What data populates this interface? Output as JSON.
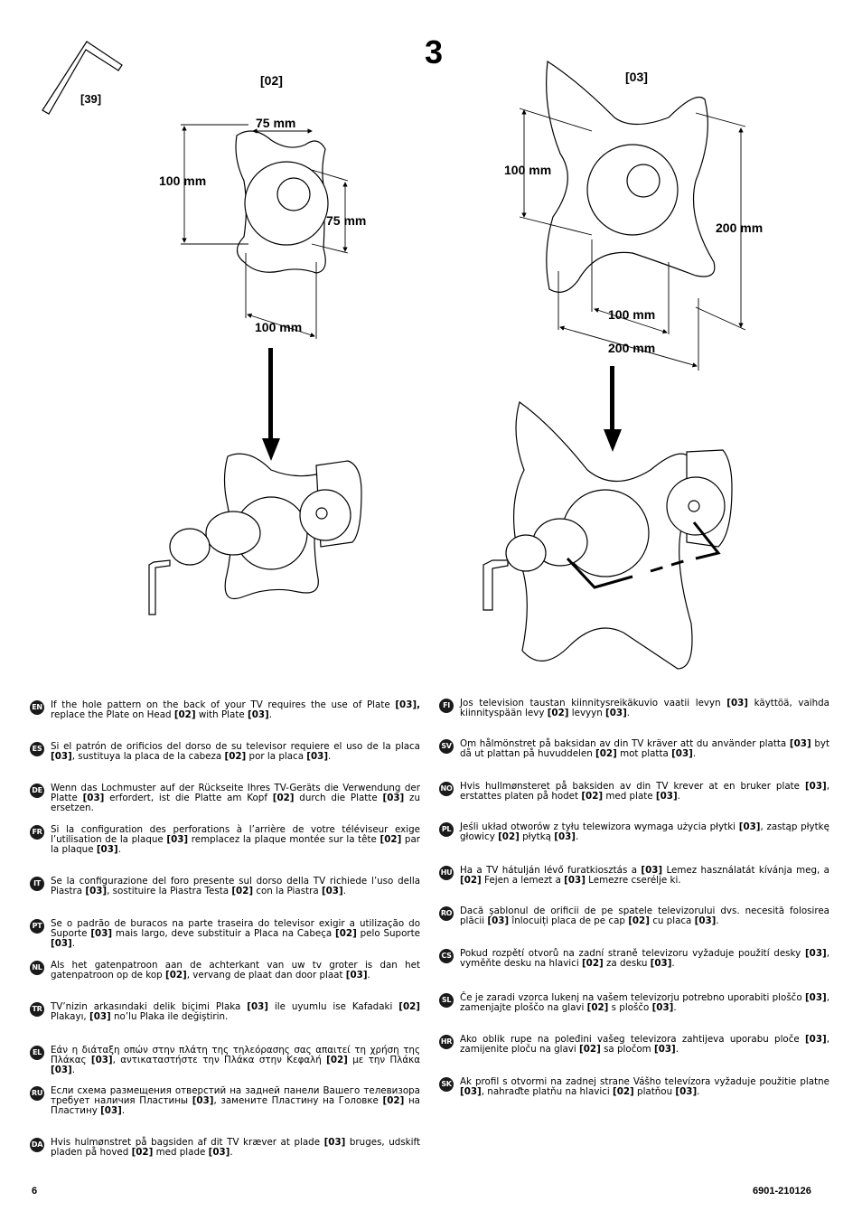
{
  "step_number": "3",
  "figure": {
    "wrench_label": "[39]",
    "plate_02_label": "[02]",
    "plate_03_label": "[03]",
    "dim_75_top": "75 mm",
    "dim_75_side": "75 mm",
    "dim_100_left": "100 mm",
    "dim_100_bottom": "100 mm",
    "dim_100_03_left": "100 mm",
    "dim_200_03_right": "200 mm",
    "dim_100_03_bottom": "100 mm",
    "dim_200_03_bottom": "200 mm"
  },
  "instructions_left": [
    {
      "code": "EN",
      "html": "If the hole pattern on the back of your TV requires the use of Plate <b>[03],</b> replace the Plate on Head <b>[02]</b> with Plate <b>[03]</b>."
    },
    {
      "code": "ES",
      "html": "Si el patrón de orificios del dorso de su televisor requiere el uso de la placa <b>[03]</b>, sustituya la placa de la cabeza <b>[02]</b> por la placa <b>[03]</b>."
    },
    {
      "code": "DE",
      "html": "Wenn das Lochmuster auf der Rückseite Ihres TV-Geräts die Verwendung der Platte <b>[03]</b> erfordert, ist die Platte am Kopf <b>[02]</b> durch die Platte <b>[03]</b> zu ersetzen."
    },
    {
      "code": "FR",
      "html": "Si la configuration des perforations à l’arrière de votre téléviseur exige l’utilisation de la plaque <b>[03]</b> remplacez la plaque montée sur la tête <b>[02]</b> par la plaque <b>[03]</b>."
    },
    {
      "code": "IT",
      "html": "Se la configurazione del foro presente sul dorso della TV richiede l’uso della Piastra <b>[03]</b>, sostituire la Piastra Testa <b>[02]</b> con la Piastra <b>[03]</b>."
    },
    {
      "code": "PT",
      "html": "Se o padrão de buracos na parte traseira do televisor exigir a utilização do Suporte <b>[03]</b> mais largo, deve substituir a Placa na Cabeça <b>[02]</b> pelo Suporte <b>[03]</b>."
    },
    {
      "code": "NL",
      "html": "Als het gatenpatroon aan de achterkant van uw tv groter is dan het gatenpatroon op de kop <b>[02]</b>, vervang de plaat dan door plaat <b>[03]</b>."
    },
    {
      "code": "TR",
      "html": "TV’nizin arkasındaki delik biçimi Plaka <b>[03]</b> ile uyumlu ise Kafadaki <b>[02]</b> Plakayı, <b>[03]</b> no’lu Plaka ile değiştirin."
    },
    {
      "code": "EL",
      "html": "Εάν η διάταξη οπών στην πλάτη της τηλεόρασης σας απαιτεί τη χρήση της Πλάκας <b>[03]</b>, αντικαταστήστε την Πλάκα στην Κεφαλή <b>[02]</b> με την Πλάκα <b>[03]</b>."
    },
    {
      "code": "RU",
      "html": "Если схема размещения отверстий на задней панели Вашего телевизора требует наличия Пластины <b>[03]</b>, замените Пластину на Головке <b>[02]</b> на Пластину <b>[03]</b>."
    },
    {
      "code": "DA",
      "html": "Hvis hulmønstret på bagsiden af dit TV kræver at plade <b>[03]</b> bruges, udskift pladen på hoved <b>[02]</b> med plade <b>[03]</b>."
    }
  ],
  "instructions_right": [
    {
      "code": "FI",
      "html": "Jos television taustan kiinnitysreikäkuvio vaatii levyn <b>[03]</b> käyttöä, vaihda kiinnityspään levy <b>[02]</b> levyyn <b>[03]</b>."
    },
    {
      "code": "SV",
      "html": "Om hålmönstret på baksidan av din TV kräver att du använder platta <b>[03]</b> byt då ut plattan på huvuddelen <b>[02]</b> mot platta <b>[03]</b>."
    },
    {
      "code": "NO",
      "html": "Hvis hullmønsteret på baksiden av din TV krever at en bruker plate <b>[03]</b>, erstattes platen på hodet <b>[02]</b> med plate <b>[03]</b>."
    },
    {
      "code": "PL",
      "html": "Jeśli układ otworów z tyłu telewizora wymaga użycia płytki <b>[03]</b>, zastąp płytkę głowicy <b>[02]</b> płytką <b>[03]</b>."
    },
    {
      "code": "HU",
      "html": "Ha a TV hátulján lévő furatkiosztás a <b>[03]</b> Lemez használatát kívánja meg, a <b>[02]</b> Fejen a lemezt a <b>[03]</b> Lemezre cserélje ki."
    },
    {
      "code": "RO",
      "html": "Dacă şablonul de orificii de pe spatele televizorului dvs. necesită folosirea plăcii <b>[03]</b> înlocuiți placa de pe cap <b>[02]</b> cu placa <b>[03]</b>."
    },
    {
      "code": "CS",
      "html": "Pokud rozpětí otvorů na zadní straně televizoru vyžaduje použití desky <b>[03]</b>, vyměňte desku na hlavici <b>[02]</b> za desku <b>[03]</b>."
    },
    {
      "code": "SL",
      "html": "Če je zaradi vzorca lukenj na vašem televizorju potrebno uporabiti ploščo <b>[03]</b>, zamenjajte ploščo na glavi <b>[02]</b> s ploščo <b>[03]</b>."
    },
    {
      "code": "HR",
      "html": "Ako oblik rupe na poleđini vašeg televizora zahtijeva uporabu ploče <b>[03]</b>, zamijenite ploču na glavi  <b>[02]</b> sa pločom  <b>[03]</b>."
    },
    {
      "code": "SK",
      "html": "Ak profil s otvormi na zadnej strane Vášho televízora vyžaduje použitie platne <b>[03]</b>, nahraďte platňu na hlavici <b>[02]</b> platňou <b>[03]</b>."
    }
  ],
  "footer": {
    "page_number": "6",
    "doc_code": "6901-210126"
  }
}
